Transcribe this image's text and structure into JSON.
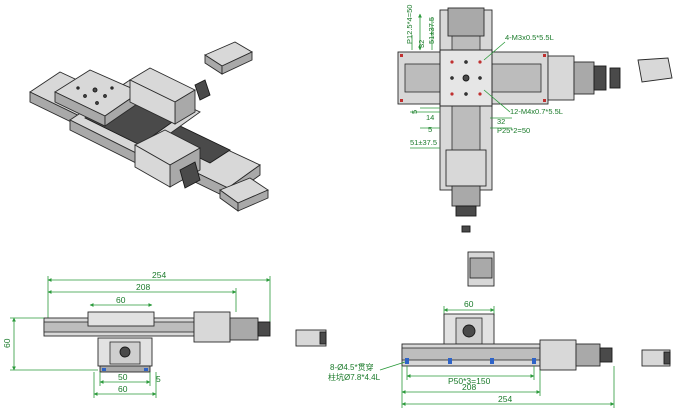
{
  "top_view": {
    "dims_left": [
      "P12.5*4=50",
      "32",
      "51±37.5",
      "14",
      "5",
      "5",
      "51±37.5"
    ],
    "dims_right": [
      "4-M3x0.5*5.5L",
      "12-M4x0.7*5.5L",
      "32",
      "P25*2=50"
    ]
  },
  "side_view": {
    "dim_254": "254",
    "dim_208": "208",
    "dim_60_top": "60",
    "dim_60_height": "60",
    "dim_50": "50",
    "dim_5": "5",
    "dim_60_bottom": "60"
  },
  "front_view": {
    "dim_60_top": "60",
    "note_line1": "8-Ø4.5*贯穿",
    "note_line2": "柱坑Ø7.8*4.4L",
    "dim_pitch": "P50*3=150",
    "dim_208": "208",
    "dim_254": "254"
  }
}
